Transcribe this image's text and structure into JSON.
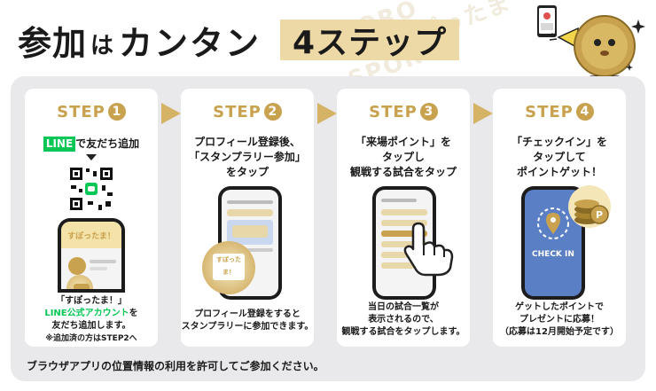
{
  "header": {
    "title_part1": "参加",
    "title_part2": "は",
    "title_part3": "カンタン",
    "title_steps": "4ステップ"
  },
  "watermark": [
    "SAPPORO",
    "すぽったま",
    "SPORTS"
  ],
  "steps": [
    {
      "label": "STEP",
      "number": "1",
      "line_badge": "LINE",
      "head": "で友だち追加",
      "foot_line1": "「すぽったま！」",
      "foot_line2": "LINE公式アカウント",
      "foot_line2b": "を",
      "foot_line3": "友だち追加します。",
      "note": "※追加済の方はSTEP2へ",
      "app_name": "すぽったま！"
    },
    {
      "label": "STEP",
      "number": "2",
      "head_line1": "プロフィール登録後、",
      "head_line2": "「スタンプラリー参加」",
      "head_line3": "をタップ",
      "foot_line1": "プロフィール登録をすると",
      "foot_line2": "スタンプラリーに参加できます。",
      "app_name": "すぽったま！"
    },
    {
      "label": "STEP",
      "number": "3",
      "head_line1": "「来場ポイント」を",
      "head_line2": "タップし",
      "head_line3": "観戦する試合をタップ",
      "foot_line1": "当日の試合一覧が",
      "foot_line2": "表示されるので、",
      "foot_line3": "観戦する試合をタップします。"
    },
    {
      "label": "STEP",
      "number": "4",
      "head_line1": "「チェックイン」を",
      "head_line2": "タップして",
      "head_line3": "ポイントゲット！",
      "checkin_label": "CHECK IN",
      "foot_line1": "ゲットしたポイントで",
      "foot_line2": "プレゼントに応募！",
      "foot_line3": "（応募は12月開始予定です）"
    }
  ],
  "bottom_note": "ブラウザアプリの位置情報の利用を許可してご参加ください。",
  "colors": {
    "gold": "#c9a24f",
    "line_green": "#06c755",
    "panel": "#e9e9ec",
    "accent_box": "#ecd9a6"
  }
}
